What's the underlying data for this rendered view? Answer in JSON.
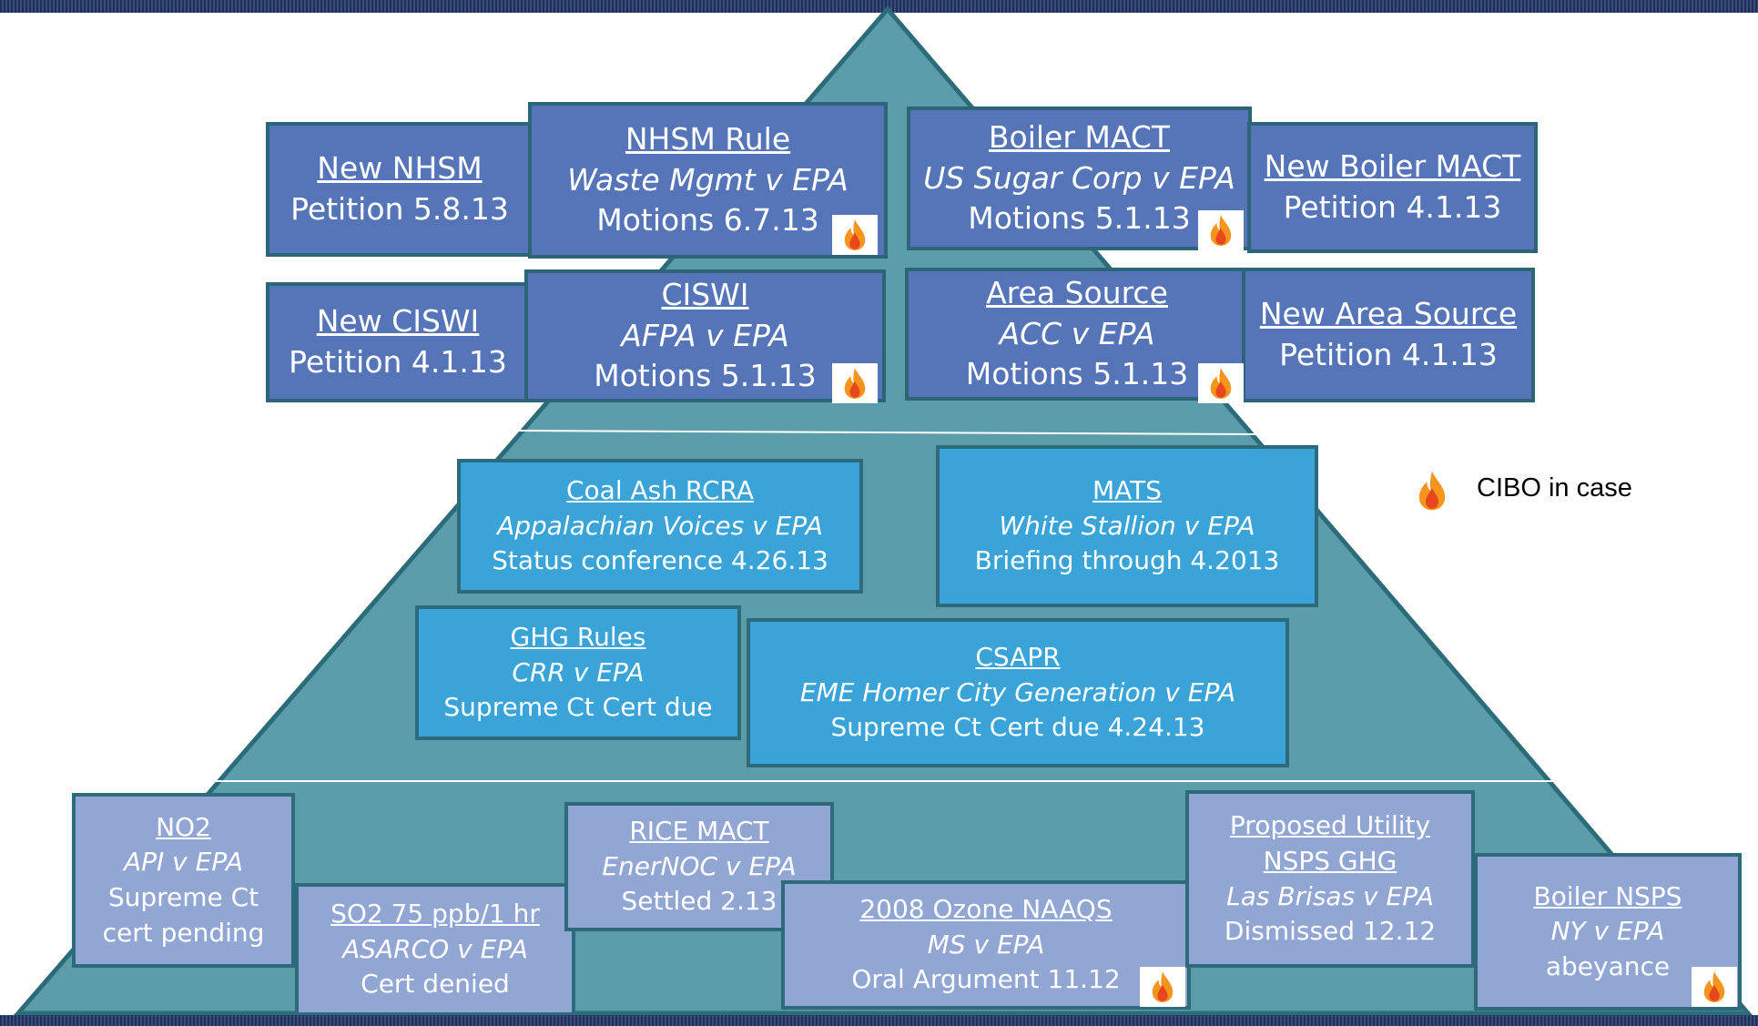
{
  "legend": {
    "icon": "flame-icon",
    "label": "CIBO in case"
  },
  "colors": {
    "pyramid_fill": "#5b9dab",
    "pyramid_stroke": "#2c6b78",
    "tier1_box": "#5575b8",
    "tier2_box": "#3aa3d8",
    "tier3_box": "#92a6d4",
    "flame_orange": "#f7941d",
    "flame_red": "#e8461c"
  },
  "tier1": {
    "new_nhsm": {
      "title": "New NHSM",
      "detail": "Petition 5.8.13"
    },
    "nhsm_rule": {
      "title": "NHSM Rule",
      "case": "Waste Mgmt v EPA",
      "detail": "Motions 6.7.13",
      "cibo": true
    },
    "boiler_mact": {
      "title": "Boiler MACT",
      "case": "US Sugar Corp v EPA",
      "detail": "Motions 5.1.13",
      "cibo": true
    },
    "new_boiler_mact": {
      "title": "New Boiler MACT",
      "detail": "Petition 4.1.13"
    },
    "new_ciswi": {
      "title": "New CISWI",
      "detail": "Petition 4.1.13"
    },
    "ciswi": {
      "title": "CISWI",
      "case": "AFPA v EPA",
      "detail": "Motions 5.1.13",
      "cibo": true
    },
    "area_source": {
      "title": "Area Source",
      "case": "ACC v EPA",
      "detail": "Motions 5.1.13",
      "cibo": true
    },
    "new_area_source": {
      "title": "New Area Source",
      "detail": "Petition 4.1.13"
    }
  },
  "tier2": {
    "coal_ash": {
      "title": "Coal Ash RCRA",
      "case": "Appalachian Voices v EPA",
      "detail": "Status conference 4.26.13"
    },
    "mats": {
      "title": "MATS",
      "case": "White Stallion v EPA",
      "detail": "Briefing through 4.2013"
    },
    "ghg_rules": {
      "title": "GHG Rules",
      "case": "CRR v EPA",
      "detail": "Supreme Ct Cert due"
    },
    "csapr": {
      "title": "CSAPR",
      "case": "EME Homer City Generation v EPA",
      "detail": "Supreme Ct Cert due 4.24.13"
    }
  },
  "tier3": {
    "no2": {
      "title": "NO2",
      "case": "API v EPA",
      "detail": "Supreme Ct",
      "detail2": "cert pending"
    },
    "so2": {
      "title": "SO2 75 ppb/1 hr",
      "case": "ASARCO v EPA",
      "detail": "Cert denied"
    },
    "rice_mact": {
      "title": "RICE MACT",
      "case": "EnerNOC v EPA",
      "detail": "Settled 2.13"
    },
    "ozone": {
      "title": "2008 Ozone NAAQS",
      "case": "MS v EPA",
      "detail": "Oral Argument 11.12",
      "cibo": true
    },
    "utility_nsps": {
      "title": "Proposed Utility",
      "title2": "NSPS GHG",
      "case": "Las Brisas v EPA",
      "detail": "Dismissed 12.12"
    },
    "boiler_nsps": {
      "title": "Boiler NSPS",
      "case": "NY v EPA",
      "detail": "abeyance",
      "cibo": true
    }
  }
}
